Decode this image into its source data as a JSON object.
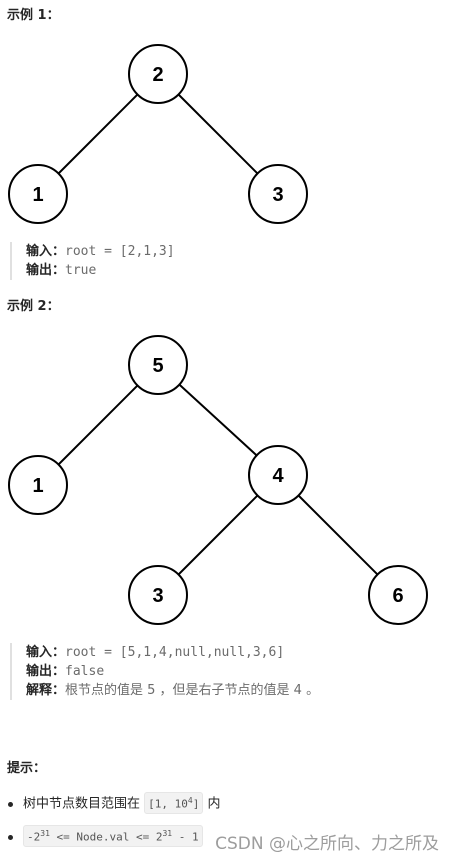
{
  "example1": {
    "heading": "示例 1：",
    "nodes": [
      "2",
      "1",
      "3"
    ],
    "input_label": "输入：",
    "input_value": "root = [2,1,3]",
    "output_label": "输出：",
    "output_value": "true"
  },
  "example2": {
    "heading": "示例 2：",
    "nodes": [
      "5",
      "1",
      "4",
      "3",
      "6"
    ],
    "input_label": "输入：",
    "input_value": "root = [5,1,4,null,null,3,6]",
    "output_label": "输出：",
    "output_value": "false",
    "explain_label": "解释：",
    "explain_value": "根节点的值是 5 ，但是右子节点的值是 4 。"
  },
  "tips": {
    "heading": "提示：",
    "item1_text_before": "树中节点数目范围在",
    "item1_code_base": "[1, 10",
    "item1_code_exp": "4",
    "item1_code_end": "]",
    "item1_text_after": "内",
    "item2_code_a": "-2",
    "item2_code_a_exp": "31",
    "item2_code_mid": " <= Node.val <= 2",
    "item2_code_b_exp": "31",
    "item2_code_end": " - 1"
  },
  "watermark": "CSDN @心之所向、力之所及"
}
